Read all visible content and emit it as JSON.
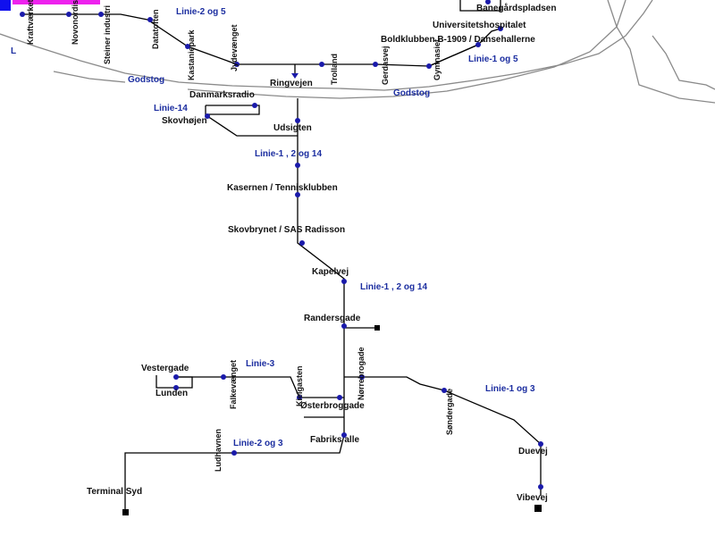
{
  "map": {
    "colors": {
      "background": "#ffffff",
      "route_line": "#000000",
      "stop_dot": "#1a1aaa",
      "route_label": "#1c2ea0",
      "stop_label": "#111111",
      "rail": "#8a8a8a",
      "corner_blue": "#1010ee",
      "corner_magenta": "#ee22ee"
    },
    "stops": {
      "kraftvaerket": "Kraftværket",
      "novonordisk": "Novonordisk",
      "steiner": "Steiner industri",
      "datatoften": "Datatoften",
      "kastaniepark": "Kastaniepark",
      "jydevaenget": "Jydevænget",
      "ringvejen": "Ringvejen",
      "trolland": "Trolland",
      "gerdasvej": "Gerdasvej",
      "gymnasiet": "Gymnasiet",
      "banegaardspladsen": "Banegårdspladsen",
      "universitetshospitalet": "Universitetshospitalet",
      "boldklubben": "Boldklubben B-1909 / Dansehallerne",
      "danmarksradio": "Danmarksradio",
      "skovhojen": "Skovhøjen",
      "udsigten": "Udsigten",
      "kasernen": "Kasernen / Tennisklubben",
      "skovbrynet": "Skovbrynet / SAS Radisson",
      "kapelvej": "Kapelvej",
      "randersgade": "Randersgade",
      "vestergade": "Vestergade",
      "lunden": "Lunden",
      "falkevaenget": "Falkevænget",
      "kielgasten": "Kielgasten",
      "norrebrogade": "Nørrebrogade",
      "sondergade": "Søndergade",
      "osterbrogade": "Østerbroggade",
      "fabriks_alle": "Fabriks alle",
      "ludhavnen": "Ludhavnen",
      "terminal_syd": "Terminal Syd",
      "duevej": "Duevej",
      "vibevej": "Vibevej"
    },
    "routes": {
      "linie_2_og_5": "Linie-2 og 5",
      "linie_1_og_5": "Linie-1 og 5",
      "linie_14": "Linie-14",
      "linie_1_2_14_a": "Linie-1 , 2 og 14",
      "linie_1_2_14_b": "Linie-1 , 2 og 14",
      "linie_3": "Linie-3",
      "linie_1_og_3": "Linie-1 og 3",
      "linie_2_og_3": "Linie-2 og 3"
    },
    "rail": {
      "godstog_left": "Godstog",
      "godstog_right": "Godstog"
    },
    "corner_letter": "L"
  }
}
